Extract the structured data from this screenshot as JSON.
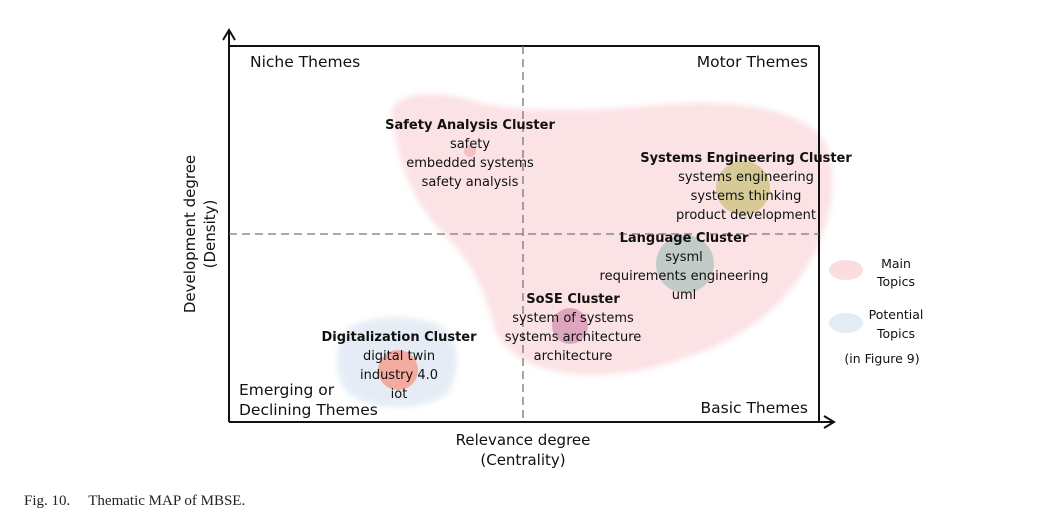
{
  "chart_data": {
    "type": "scatter",
    "title": "",
    "xlabel": [
      "Relevance degree",
      "(Centrality)"
    ],
    "ylabel": [
      "Development degree",
      "(Density)"
    ],
    "quadrants": {
      "top_left": "Niche Themes",
      "top_right": "Motor Themes",
      "bottom_left": [
        "Emerging or",
        "Declining Themes"
      ],
      "bottom_right": "Basic Themes"
    },
    "clusters": [
      {
        "name": "Safety Analysis Cluster",
        "keywords": [
          "safety",
          "embedded systems",
          "safety analysis"
        ],
        "group": "main",
        "color": "#f4b8b8"
      },
      {
        "name": "Systems Engineering Cluster",
        "keywords": [
          "systems engineering",
          "systems thinking",
          "product development"
        ],
        "group": "main",
        "color": "#c9c27e"
      },
      {
        "name": "Language Cluster",
        "keywords": [
          "sysml",
          "requirements engineering",
          "uml"
        ],
        "group": "main",
        "color": "#b7c7c3"
      },
      {
        "name": "SoSE Cluster",
        "keywords": [
          "system of systems",
          "systems architecture",
          "architecture"
        ],
        "group": "main",
        "color": "#d89ab8"
      },
      {
        "name": "Digitalization Cluster",
        "keywords": [
          "digital twin",
          "industry 4.0",
          "iot"
        ],
        "group": "potential",
        "color": "#f4a08e"
      }
    ],
    "legend": {
      "placement": "right",
      "items": [
        {
          "label": [
            "Main",
            "Topics"
          ],
          "color": "#fbdde0"
        },
        {
          "label": [
            "Potential",
            "Topics"
          ],
          "color": "#e3ebf5"
        }
      ],
      "note": "(in Figure 9)"
    },
    "grid": false
  },
  "caption": {
    "number": "Fig. 10.",
    "text": "Thematic MAP of MBSE."
  }
}
